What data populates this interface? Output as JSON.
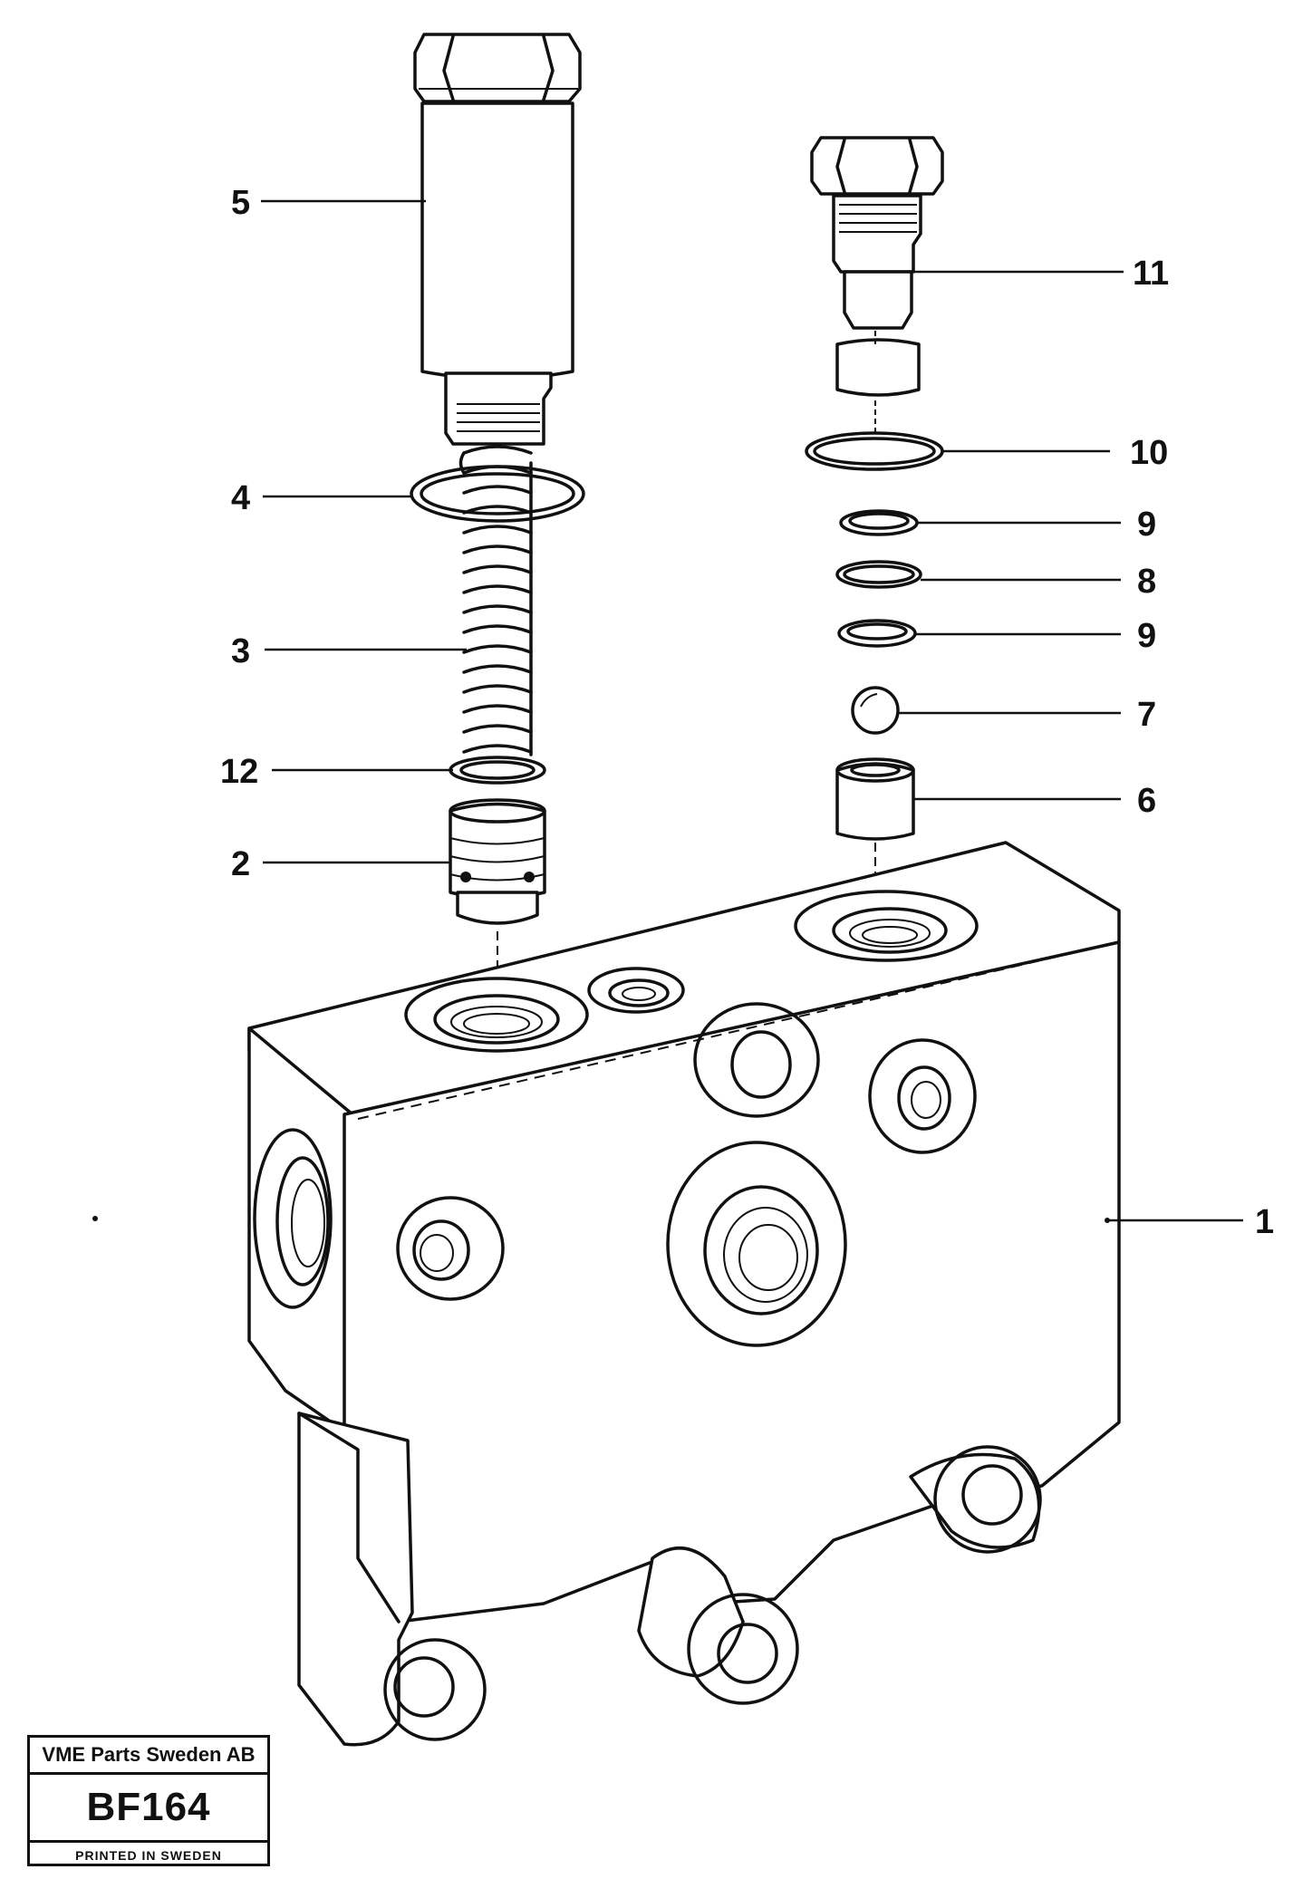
{
  "callouts": {
    "c1": "1",
    "c2": "2",
    "c3": "3",
    "c4": "4",
    "c5": "5",
    "c6": "6",
    "c7": "7",
    "c8": "8",
    "c9a": "9",
    "c9b": "9",
    "c10": "10",
    "c11": "11",
    "c12": "12"
  },
  "title_block": {
    "company": "VME Parts Sweden AB",
    "code": "BF164",
    "printed": "PRINTED IN SWEDEN"
  }
}
